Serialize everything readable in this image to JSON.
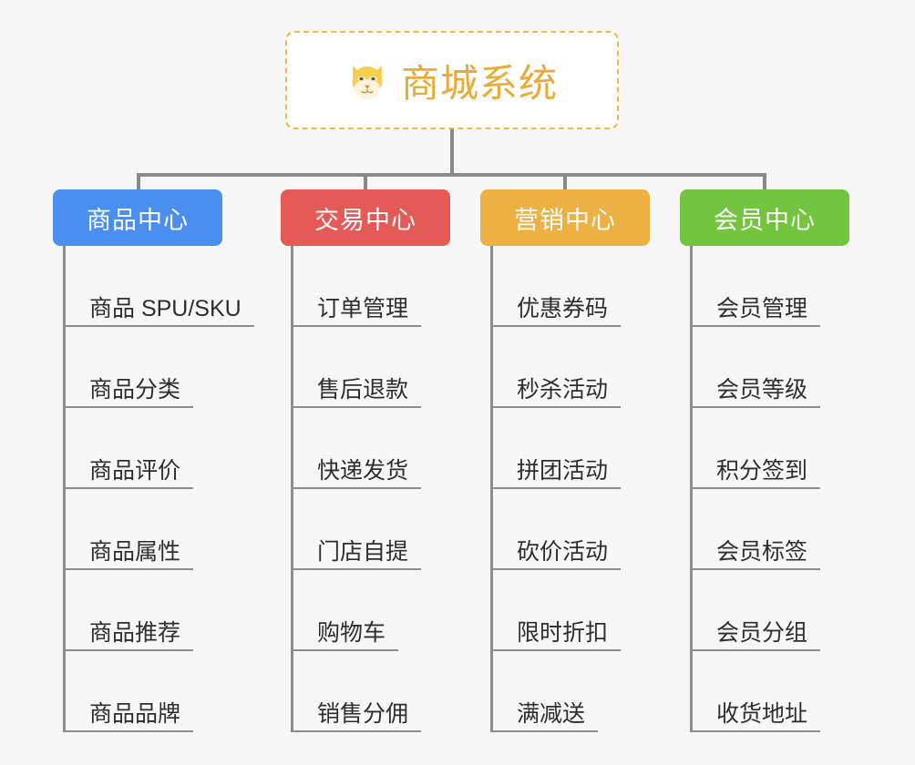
{
  "diagram": {
    "type": "mindmap-org-chart",
    "background_color": "#f7f7f7",
    "connector_color": "#898989",
    "root": {
      "icon": "shiba-dog-face-icon",
      "emoji": "🐶",
      "title": "商城系统",
      "title_color": "#e8ab3a",
      "border_color": "#f0b849",
      "border_style": "dashed",
      "background_color": "#ffffff"
    },
    "columns": [
      {
        "id": "product-center",
        "label": "商品中心",
        "color": "#4a8ef0",
        "items": [
          "商品 SPU/SKU",
          "商品分类",
          "商品评价",
          "商品属性",
          "商品推荐",
          "商品品牌"
        ]
      },
      {
        "id": "trade-center",
        "label": "交易中心",
        "color": "#e55a56",
        "items": [
          "订单管理",
          "售后退款",
          "快递发货",
          "门店自提",
          "购物车",
          "销售分佣"
        ]
      },
      {
        "id": "marketing-center",
        "label": "营销中心",
        "color": "#edb143",
        "items": [
          "优惠券码",
          "秒杀活动",
          "拼团活动",
          "砍价活动",
          "限时折扣",
          "满减送"
        ]
      },
      {
        "id": "member-center",
        "label": "会员中心",
        "color": "#73c43f",
        "items": [
          "会员管理",
          "会员等级",
          "积分签到",
          "会员标签",
          "会员分组",
          "收货地址"
        ]
      }
    ]
  }
}
